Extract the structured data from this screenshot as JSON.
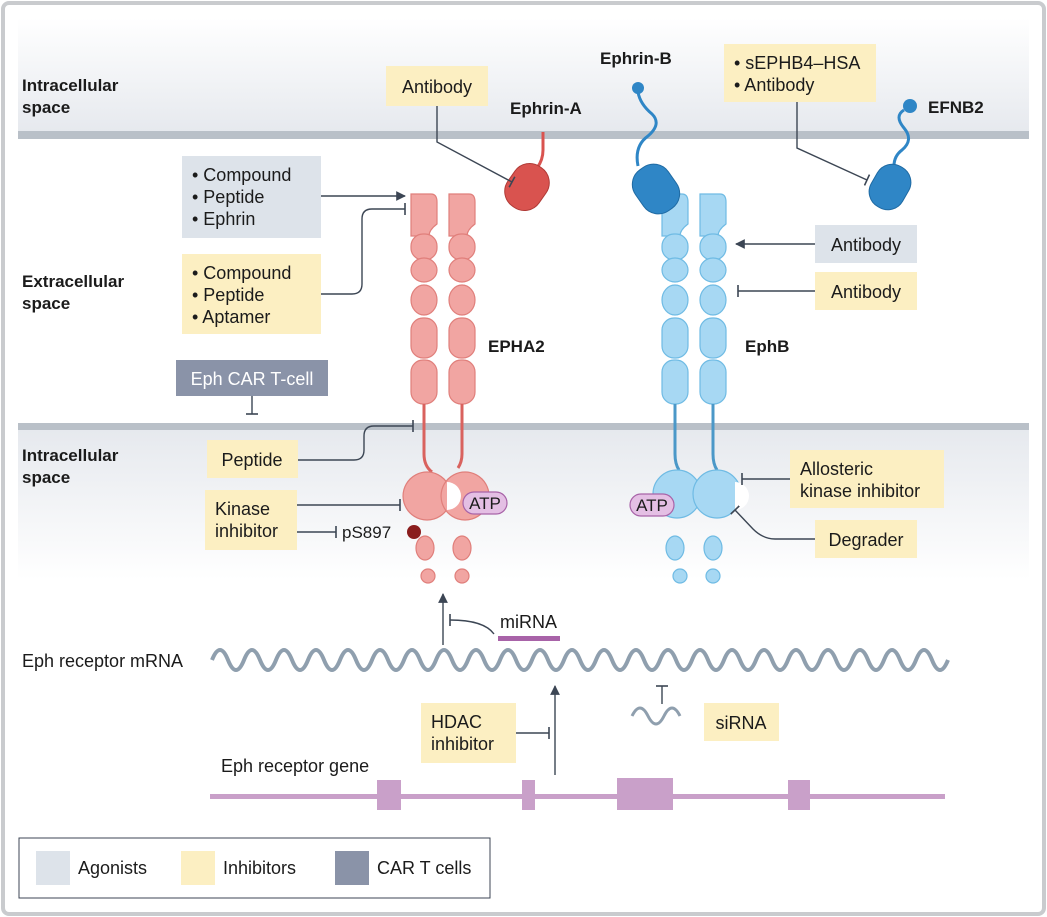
{
  "regions": {
    "top": "Intracellular space",
    "middle": "Extracellular space",
    "bottom": "Intracellular space"
  },
  "ligands": {
    "ephrin_a": "Ephrin-A",
    "ephrin_b": "Ephrin-B",
    "efnb2": "EFNB2"
  },
  "receptors": {
    "epha2": "EPHA2",
    "ephb": "EphB",
    "atp": "ATP",
    "ps897": "pS897"
  },
  "boxes": {
    "antibody_ephrin_a": "Antibody",
    "sephb4": [
      "sEPHB4–HSA",
      "Antibody"
    ],
    "agonists_epha2": [
      "Compound",
      "Peptide",
      "Ephrin"
    ],
    "inhibitors_epha2": [
      "Compound",
      "Peptide",
      "Aptamer"
    ],
    "car_t": "Eph CAR T-cell",
    "antibody_agonist_ephb": "Antibody",
    "antibody_inhibitor_ephb": "Antibody",
    "peptide": "Peptide",
    "kinase_inhibitor": [
      "Kinase",
      "inhibitor"
    ],
    "allosteric": [
      "Allosteric",
      "kinase inhibitor"
    ],
    "degrader": "Degrader",
    "hdac": [
      "HDAC",
      "inhibitor"
    ],
    "sirna": "siRNA",
    "mirna": "miRNA"
  },
  "nucleic": {
    "mrna": "Eph receptor mRNA",
    "gene": "Eph receptor gene"
  },
  "legend": [
    {
      "label": "Agonists",
      "color": "#dde3ea"
    },
    {
      "label": "Inhibitors",
      "color": "#fcefc2"
    },
    {
      "label": "CAR T cells",
      "color": "#8a93a8"
    }
  ],
  "colors": {
    "agonist": "#dde3ea",
    "inhibitor": "#fcefc2",
    "car_t": "#8a93a8",
    "epha2": "#f1a5a2",
    "ephb": "#a7d8f3",
    "ephrin_a": "#d9534f",
    "ephrin_b": "#2f86c6",
    "gene": "#c9a0c9",
    "mirna": "#a863a8"
  }
}
